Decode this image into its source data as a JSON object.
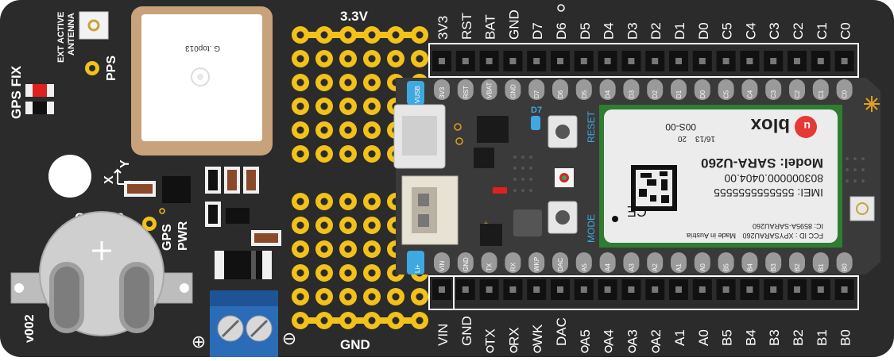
{
  "board": {
    "labels": {
      "ext_antenna_line1": "EXT ACTIVE",
      "ext_antenna_line2": "ANTENNA",
      "pps": "PPS",
      "gps_fix": "GPS FIX",
      "cr1220": "CR1220",
      "gps_pwr_line1": "GPS",
      "gps_pwr_line2": "PWR",
      "v002": "v002",
      "axis_x": "X",
      "axis_y": "Y",
      "plus": "⊕",
      "minus": "⊖",
      "v33": "3.3V",
      "gnd_bottom": "GND",
      "gps_chip": "G .top013"
    },
    "top_pins": [
      "3V3",
      "RST",
      "BAT",
      "GND",
      "D7",
      "D6",
      "D5",
      "D4",
      "D3",
      "D2",
      "D1",
      "D0",
      "C5",
      "C4",
      "C3",
      "C2",
      "C1",
      "C0"
    ],
    "bottom_pins": [
      "VIN",
      "GND",
      "TX",
      "RX",
      "WK",
      "DAC",
      "A5",
      "A4",
      "A3",
      "A2",
      "A1",
      "A0",
      "B5",
      "B4",
      "B3",
      "B2",
      "B1",
      "B0"
    ],
    "top_pins_small": [
      "3V3",
      "RST",
      "VBAT",
      "GND",
      "D7",
      "D6",
      "D5",
      "D4",
      "D3",
      "D2",
      "D1",
      "D0",
      "C5",
      "C4",
      "C3",
      "C2",
      "C1",
      "C0"
    ],
    "bottom_pins_small": [
      "VIN",
      "GND",
      "TX",
      "RX",
      "WKP",
      "DAC",
      "A5",
      "A4",
      "A3",
      "A2",
      "A1",
      "A0",
      "B5",
      "B4",
      "B3",
      "B2",
      "B1",
      "B0"
    ]
  },
  "module": {
    "made_in": "Made in Austria",
    "fcc": "FCC ID : XPYSARAU260",
    "ic": "IC: 8595A-SARAU260",
    "ce": "CE",
    "imei": "IMEI:  5555555555555",
    "serial": "803000000.0404.00",
    "model": "Model: SARA-U260",
    "date": "16/13",
    "code": "00S-00",
    "num": "20",
    "brand": "blox",
    "brand_mark": "u"
  },
  "electron": {
    "d7": "D7",
    "reset": "RESET",
    "mode": "MODE",
    "vusb": "VUSB",
    "li": "Li+",
    "plus": "+"
  }
}
